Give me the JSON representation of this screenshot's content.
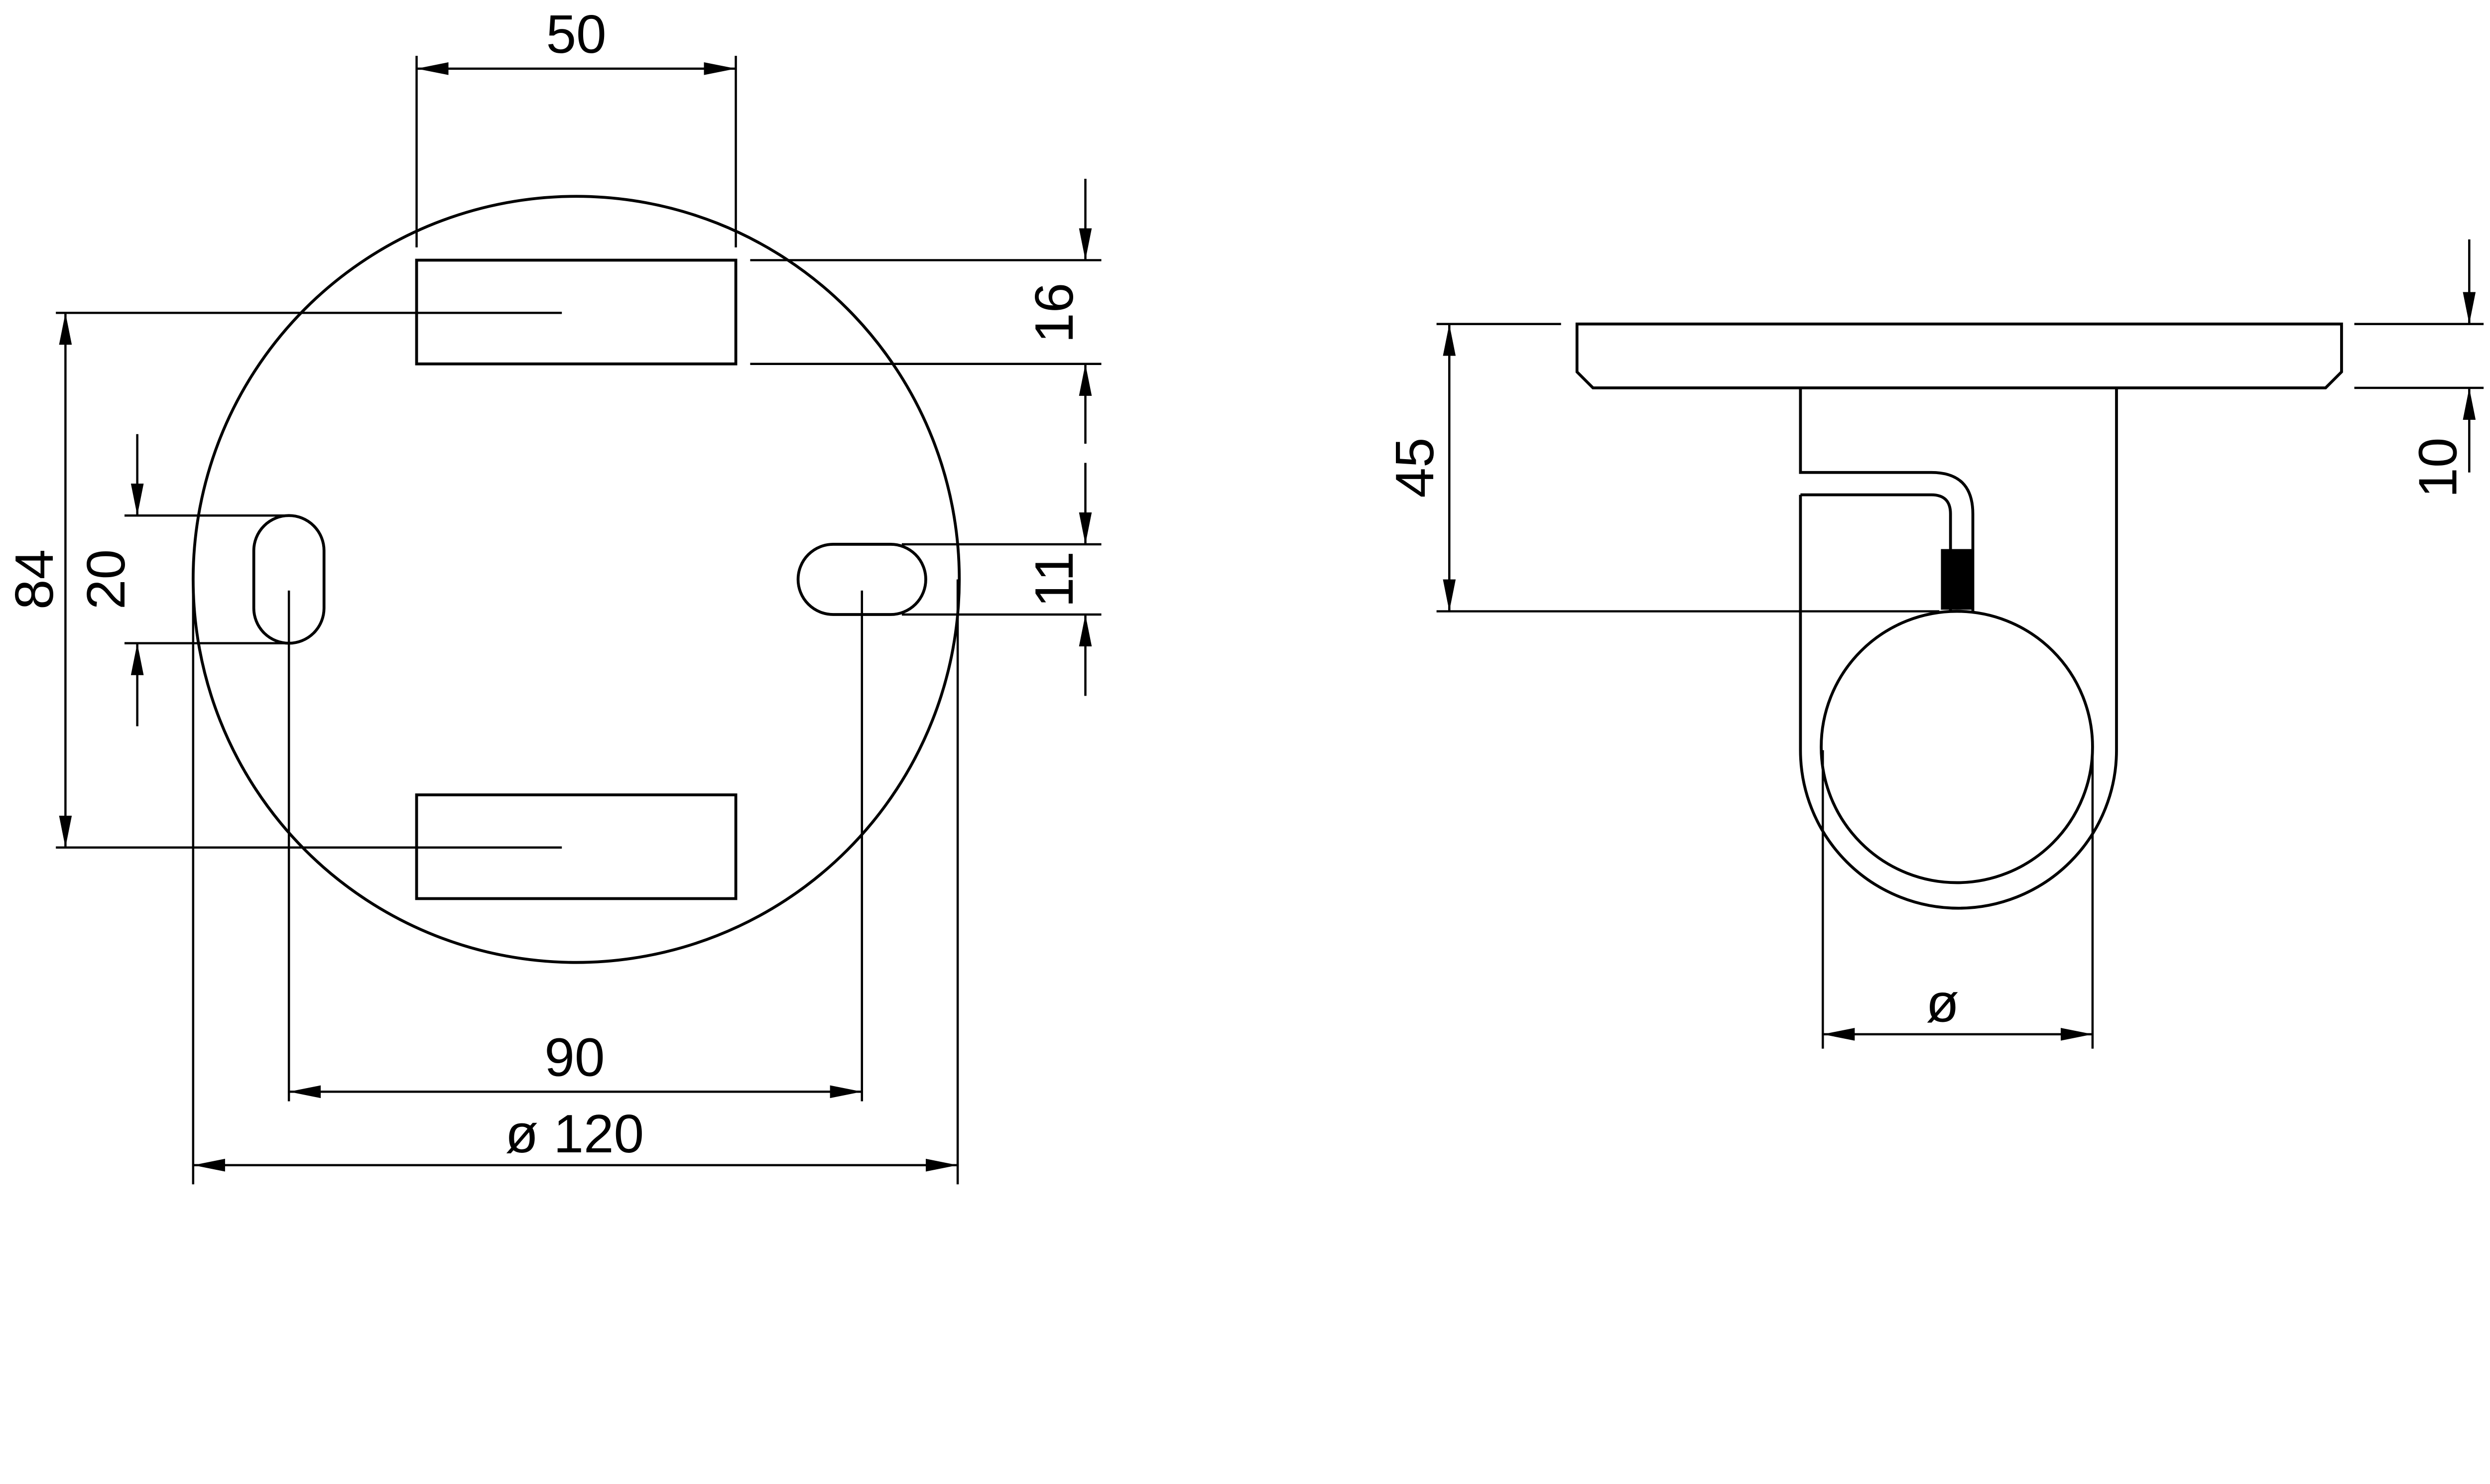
{
  "drawing": {
    "line_color": "#000000",
    "background": "#ffffff",
    "front_view": {
      "dimensions": {
        "width_rect": "50",
        "height_rect": "16",
        "rect_spacing": "84",
        "slot_left_height": "20",
        "slot_right_height": "11",
        "slot_spacing": "90",
        "diameter": "ø 120"
      }
    },
    "side_view": {
      "dimensions": {
        "height": "45",
        "plate_thickness": "10",
        "tube_diameter": "ø"
      }
    }
  }
}
